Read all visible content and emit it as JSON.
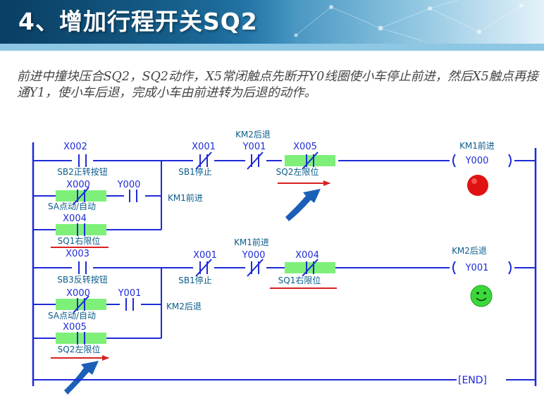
{
  "header": {
    "title": "4、增加行程开关SQ2"
  },
  "description": "前进中撞块压合SQ2，SQ2动作，X5常闭触点先断开Y0线圈使小车停止前进，然后X5触点再接通Y1，使小车后退，完成小车由前进转为后退的动作。",
  "colors": {
    "wire": "#1e2bd6",
    "label": "#1e2bd6",
    "chinese": "#0a5c8a",
    "highlight": "#7ef07a",
    "underline": "#d82020",
    "lamp_forward": "#e01212",
    "lamp_reverse": "#3bd83b",
    "arrow": "#1b5fb8"
  },
  "rung1": {
    "x002": {
      "addr": "X002",
      "name": "SB2正转按钮"
    },
    "x000": {
      "addr": "X000",
      "name": "SA点动/自动"
    },
    "y000": {
      "addr": "Y000"
    },
    "branch_label": "KM1前进",
    "x004": {
      "addr": "X004",
      "name": "SQ1右限位"
    },
    "x001": {
      "addr": "X001",
      "name": "SB1停止"
    },
    "y001": {
      "addr": "Y001",
      "name": "KM2后退"
    },
    "x005": {
      "addr": "X005",
      "name": "SQ2左限位"
    },
    "coil": {
      "addr": "Y000",
      "name": "KM1前进"
    }
  },
  "rung2": {
    "x003": {
      "addr": "X003",
      "name": "SB3反转按钮"
    },
    "x000": {
      "addr": "X000",
      "name": "SA点动/自动"
    },
    "y001": {
      "addr": "Y001"
    },
    "branch_label": "KM2后退",
    "x005": {
      "addr": "X005",
      "name": "SQ2左限位"
    },
    "x001": {
      "addr": "X001",
      "name": "SB1停止"
    },
    "y000": {
      "addr": "Y000",
      "name": "KM1前进"
    },
    "x004": {
      "addr": "X004",
      "name": "SQ1右限位"
    },
    "coil": {
      "addr": "Y001",
      "name": "KM2后退"
    }
  },
  "end_label": "[END]"
}
